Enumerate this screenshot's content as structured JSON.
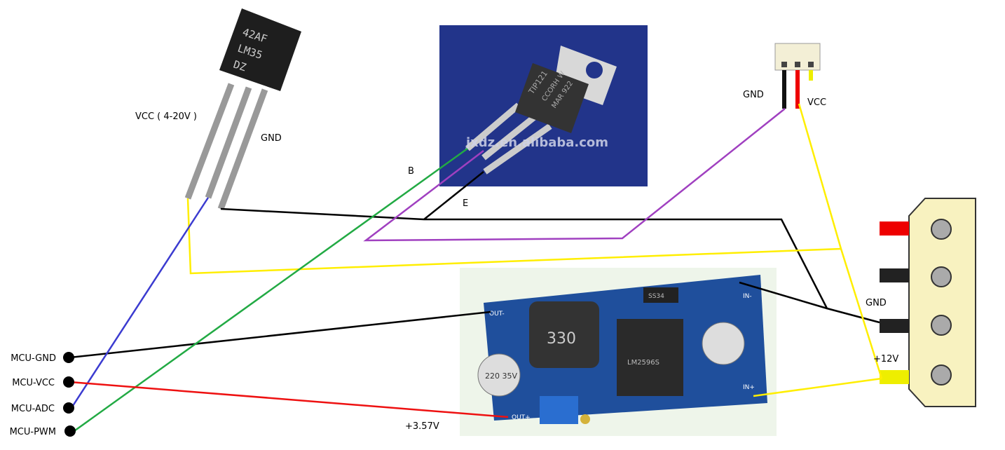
{
  "labels": {
    "lm35_vcc": "VCC ( 4-20V )",
    "lm35_gnd": "GND",
    "tip_b": "B",
    "tip_e": "E",
    "fan_gnd": "GND",
    "fan_vcc": "VCC",
    "molex_gnd": "GND",
    "molex_12v": "+12V",
    "out_voltage": "+3.57V",
    "mcu_gnd": "MCU-GND",
    "mcu_vcc": "MCU-VCC",
    "mcu_adc": "MCU-ADC",
    "mcu_pwm": "MCU-PWM"
  },
  "components": {
    "lm35_marking": [
      "42AF",
      "LM35",
      "DZ"
    ],
    "tip_marking": [
      "TIP121",
      "CCORH W",
      "MAR 922"
    ],
    "tip_watermark": "jxdz.en.alibaba.com",
    "module_marking": [
      "LM2596S",
      "330",
      "220 35V",
      "SS34"
    ],
    "module_pins": [
      "OUT-",
      "OUT+",
      "IN-",
      "IN+"
    ]
  },
  "wire_colors": {
    "gnd": "#000000",
    "vcc_12v": "#ffee00",
    "adc": "#3b3bd0",
    "pwm": "#22aa44",
    "fan_switch": "#a040c0",
    "mcu_vcc": "#ee1111"
  }
}
